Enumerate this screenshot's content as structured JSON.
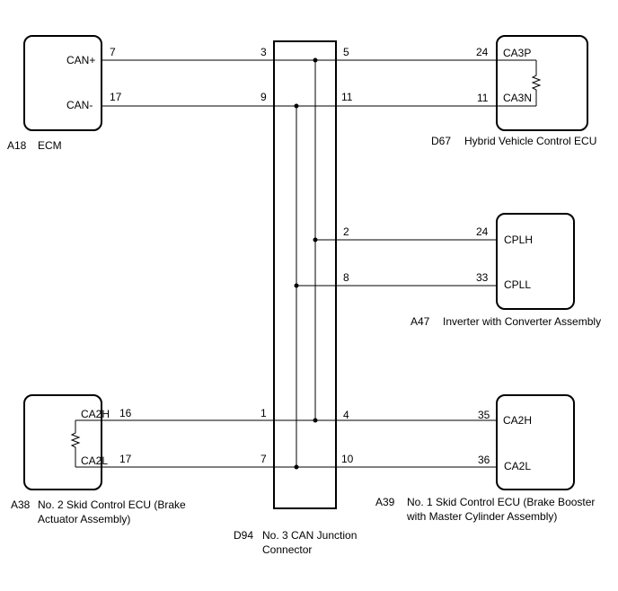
{
  "ecm": {
    "id": "A18",
    "name": "ECM",
    "pin_can_h_label": "CAN+",
    "pin_can_l_label": "CAN-",
    "pin_can_h_no": "7",
    "pin_can_l_no": "17"
  },
  "hv": {
    "id": "D67",
    "name": "Hybrid Vehicle Control ECU",
    "pin_h_label": "CA3P",
    "pin_l_label": "CA3N",
    "pin_h_no": "24",
    "pin_l_no": "11"
  },
  "inv": {
    "id": "A47",
    "name": "Inverter with Converter Assembly",
    "pin_h_label": "CPLH",
    "pin_l_label": "CPLL",
    "pin_h_no": "24",
    "pin_l_no": "33"
  },
  "skid2": {
    "id": "A38",
    "name_line1": "No. 2 Skid Control ECU (Brake",
    "name_line2": "Actuator Assembly)",
    "pin_h_label": "CA2H",
    "pin_l_label": "CA2L",
    "pin_h_no": "16",
    "pin_l_no": "17"
  },
  "skid1": {
    "id": "A39",
    "name_line1": "No. 1 Skid Control ECU (Brake Booster",
    "name_line2": "with Master Cylinder Assembly)",
    "pin_h_label": "CA2H",
    "pin_l_label": "CA2L",
    "pin_h_no": "35",
    "pin_l_no": "36"
  },
  "junction": {
    "id": "D94",
    "name_line1": "No. 3 CAN Junction",
    "name_line2": "Connector",
    "pins": {
      "ecm_h": "3",
      "ecm_l": "9",
      "hv_h": "5",
      "hv_l": "11",
      "inv_h": "2",
      "inv_l": "8",
      "skid2_h": "1",
      "skid2_l": "7",
      "skid1_h": "4",
      "skid1_l": "10"
    }
  }
}
